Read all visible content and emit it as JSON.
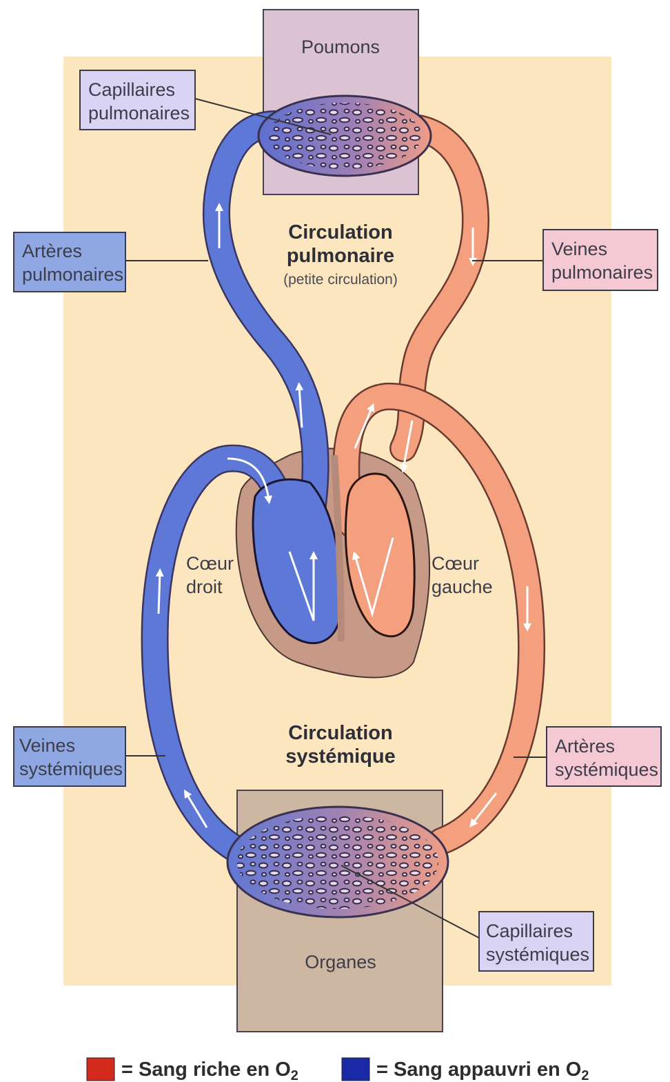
{
  "organs": {
    "lungs": "Poumons",
    "organs": "Organes"
  },
  "heart": {
    "right": [
      "Cœur",
      "droit"
    ],
    "left": [
      "Cœur",
      "gauche"
    ]
  },
  "circulations": {
    "pulmonary": {
      "line1": "Circulation",
      "line2": "pulmonaire",
      "note": "(petite circulation)"
    },
    "systemic": {
      "line1": "Circulation",
      "line2": "systémique"
    }
  },
  "labels": {
    "pulm_capillaries": [
      "Capillaires",
      "pulmonaires"
    ],
    "pulm_arteries": [
      "Artères",
      "pulmonaires"
    ],
    "pulm_veins": [
      "Veines",
      "pulmonaires"
    ],
    "sys_veins": [
      "Veines",
      "systémiques"
    ],
    "sys_arteries": [
      "Artères",
      "systémiques"
    ],
    "sys_capillaries": [
      "Capillaires",
      "systémiques"
    ]
  },
  "legend": {
    "oxygen_rich": {
      "prefix": "= Sang riche en O",
      "sub": "2",
      "color": "#d42a1e"
    },
    "oxygen_poor": {
      "prefix": "= Sang appauvri en O",
      "sub": "2",
      "color": "#1a2aa6"
    }
  },
  "colors": {
    "background_panel": "#fbe6bf",
    "oxygen_poor_vessel": "#5d78d6",
    "oxygen_rich_vessel": "#f4a07f",
    "lung_box": "#dcc3d4",
    "organ_box": "#cdb7a2",
    "heart_tissue": "#c79a87",
    "blue_label_box": "#8fa7e3",
    "pink_label_box": "#f4c9d3",
    "lilac_label_box": "#d9d3f4"
  }
}
